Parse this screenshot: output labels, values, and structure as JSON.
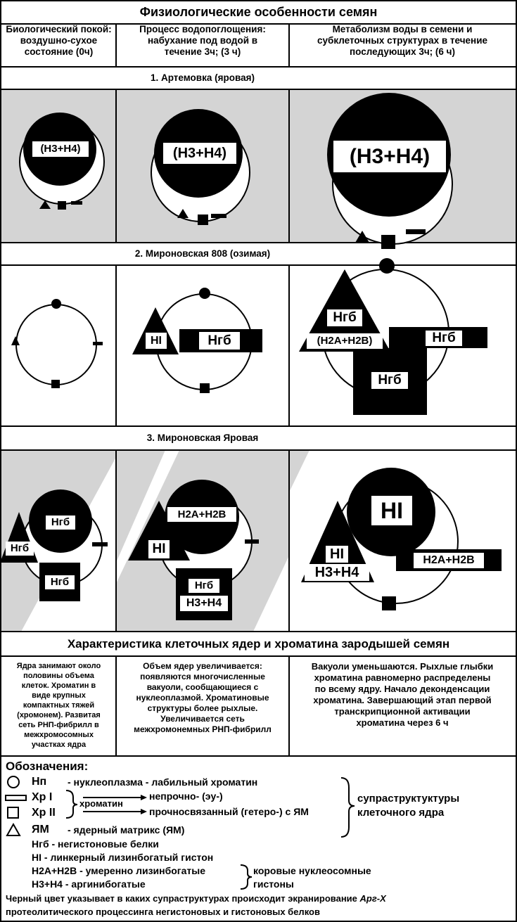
{
  "title": "Физиологические особенности семян",
  "columns": [
    {
      "line1": "Биологический покой:",
      "line2": "воздушно-сухое",
      "line3": "состояние (0ч)"
    },
    {
      "line1": "Процесс водопоглощения:",
      "line2": "набухание под водой в",
      "line3": "течение 3ч; (3 ч)"
    },
    {
      "line1": "Метаболизм воды в семени и",
      "line2": "субклеточных структурах в течение",
      "line3": "последующих 3ч; (6 ч)"
    }
  ],
  "varieties": [
    "1. Артемовка (яровая)",
    "2. Мироновская 808 (озимая)",
    "3. Мироновская Яровая"
  ],
  "labels": {
    "h3h4": "(H3+H4)",
    "hl": "HI",
    "ngb": "Нгб",
    "h2ah2b": "H2A+H2B",
    "h2ah2b_paren": "(H2A+H2B)",
    "h3h4_plain": "H3+H4"
  },
  "section2_title": "Характеристика клеточных ядер и хроматина зародышей семян",
  "descriptions": [
    [
      "Ядра занимают около",
      "половины объема",
      "клеток. Хроматин в",
      "виде крупных",
      "компактных тяжей",
      "(хромонем). Развитая",
      "сеть РНП-фибрилл  в",
      "межхромосомных",
      "участках ядра"
    ],
    [
      "Объем ядер увеличивается:",
      "появляются многочисленные",
      "вакуоли, сообщающиеся с",
      "нуклеоплазмой. Хроматиновые",
      "структуры  более рыхлые.",
      "Увеличивается сеть",
      "межхромонемных РНП-фибрилл"
    ],
    [
      "Вакуоли уменьшаются. Рыхлые глыбки",
      "хроматина равномерно распределены",
      "по всему ядру. Начало деконденсации",
      "хроматина. Завершающий этап первой",
      "транскрипционной активации",
      "хроматина через 6 ч"
    ]
  ],
  "legend": {
    "heading": "Обозначения:",
    "np": "Нп",
    "np_desc": "- нуклеоплазма - лабильный хроматин",
    "xp1": "Хр I",
    "xp1_desc": "непрочно-  (эу-)",
    "xp2": "Хр II",
    "xp2_desc": "прочносвязанный (гетеро-) с ЯМ",
    "chromatin": "хроматин",
    "ym": "ЯМ",
    "ym_desc": "- ядерный матрикс (ЯМ)",
    "supra1": "супраструктуктуры",
    "supra2": "клеточного ядра",
    "ngb_desc": "Нгб - негистоновые белки",
    "hl_desc": "HI - линкерный лизинбогатый гистон",
    "h2a_desc": "H2A+H2B - умеренно лизинбогатые",
    "h3_desc": "H3+H4 - аргинибогатые",
    "core1": "коровые нуклеосомные",
    "core2": "гистоны",
    "note1_a": "Черный цвет указывает в каких супраструктурах происходит экранирование ",
    "note1_b": "Арг-Х",
    "note2": "протеолитического процессинга негистоновых и гистоновых белков"
  },
  "colors": {
    "shade": "#d4d4d4",
    "ink": "#000000",
    "paper": "#ffffff"
  }
}
